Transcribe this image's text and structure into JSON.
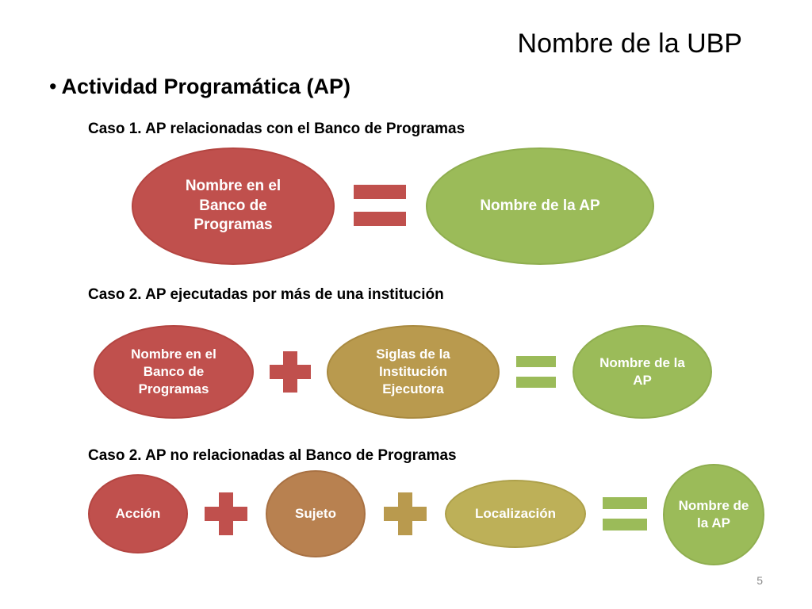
{
  "title": "Nombre de la UBP",
  "bullet": "Actividad Programática (AP)",
  "case1": {
    "heading": "Caso 1.  AP relacionadas con el Banco de Programas",
    "term1": "Nombre en el Banco de Programas",
    "result": "Nombre de la AP"
  },
  "case2": {
    "heading": "Caso 2.  AP ejecutadas por más de una institución",
    "term1": "Nombre en el Banco de Programas",
    "term2": "Siglas de la Institución Ejecutora",
    "result": "Nombre de la AP"
  },
  "case3": {
    "heading": "Caso 2.  AP no relacionadas al Banco de Programas",
    "term1": "Acción",
    "term2": "Sujeto",
    "term3": "Localización",
    "result": "Nombre de la AP"
  },
  "page_number": "5",
  "colors": {
    "red": "#c0504d",
    "green": "#9bbb59",
    "gold": "#b99a4e",
    "olive": "#bdb058",
    "brown": "#b88150"
  }
}
